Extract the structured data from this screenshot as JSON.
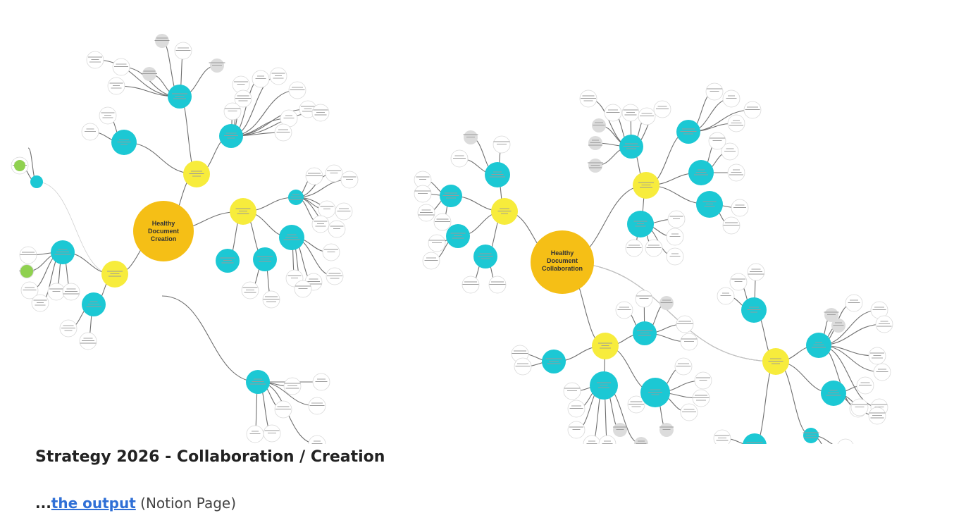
{
  "mindmaps": [
    {
      "central_label_line1": "Healthy",
      "central_label_line2": "Document",
      "central_label_line3": "Creation"
    },
    {
      "central_label_line1": "Healthy",
      "central_label_line2": "Document",
      "central_label_line3": "Collaboration"
    }
  ],
  "caption": {
    "title": "Strategy 2026 - Collaboration / Creation"
  },
  "link_line": {
    "prefix": "...",
    "link_text": "the output",
    "suffix": " (Notion Page)"
  },
  "colors": {
    "central": "#f5bf16",
    "branch": "#f7ec3c",
    "topic": "#1cc8d4",
    "leaf_grey": "#dcdcdc",
    "leaf_green": "#8fd14f",
    "line": "#6f6f6f"
  }
}
